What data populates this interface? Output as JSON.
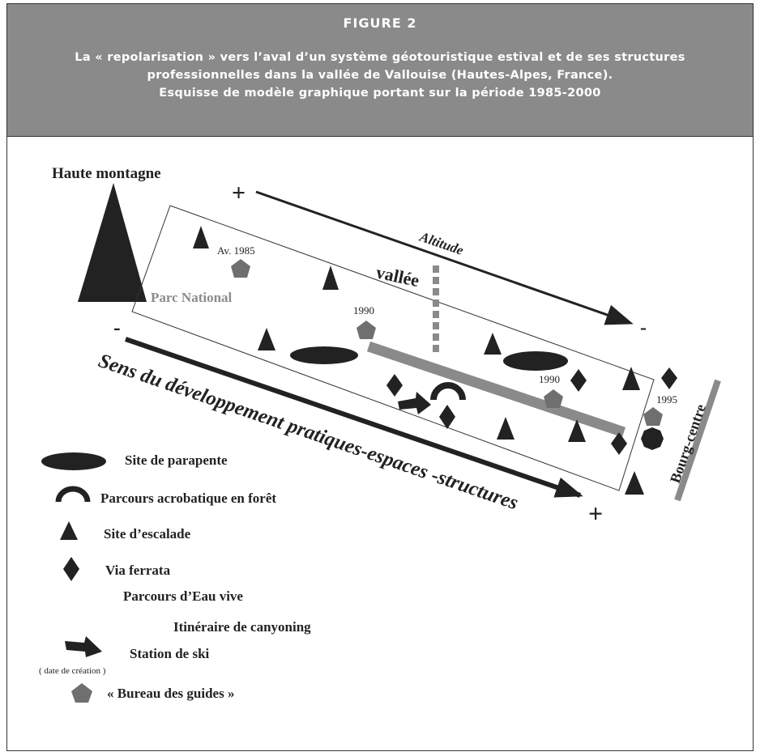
{
  "header": {
    "figure_label": "FIGURE 2",
    "caption_line1": "La « repolarisation » vers l’aval d’un système géotouristique estival et de ses structures",
    "caption_line2": "professionnelles dans la vallée de Vallouise (Hautes-Alpes, France).",
    "caption_line3": "Esquisse de modèle graphique portant sur la période 1985-2000"
  },
  "diagram": {
    "haute_montagne": "Haute montagne",
    "parc_national": "Parc National",
    "vallee": "vallée",
    "altitude": "Altitude",
    "sens": "Sens du développement pratiques-espaces -structures",
    "bourg_centre": "Bourg-centre",
    "plus_sign": "+",
    "minus_sign": "-",
    "year_av_1985": "Av. 1985",
    "year_1990_a": "1990",
    "year_1990_b": "1990",
    "year_1995": "1995"
  },
  "legend": {
    "parapente": "Site de parapente",
    "acrobatique": "Parcours acrobatique en forêt",
    "escalade": "Site d’escalade",
    "via_ferrata": "Via ferrata",
    "eau_vive": "Parcours d’Eau vive",
    "canyoning": "Itinéraire de canyoning",
    "station_ski": "Station de ski",
    "date_creation": "( date de création )",
    "bureau_guides": "« Bureau des guides »"
  },
  "colors": {
    "header_bg": "#8a8a8a",
    "dark": "#222222",
    "gray_shape": "#6f6f6f",
    "light_gray": "#8c8c8c"
  }
}
